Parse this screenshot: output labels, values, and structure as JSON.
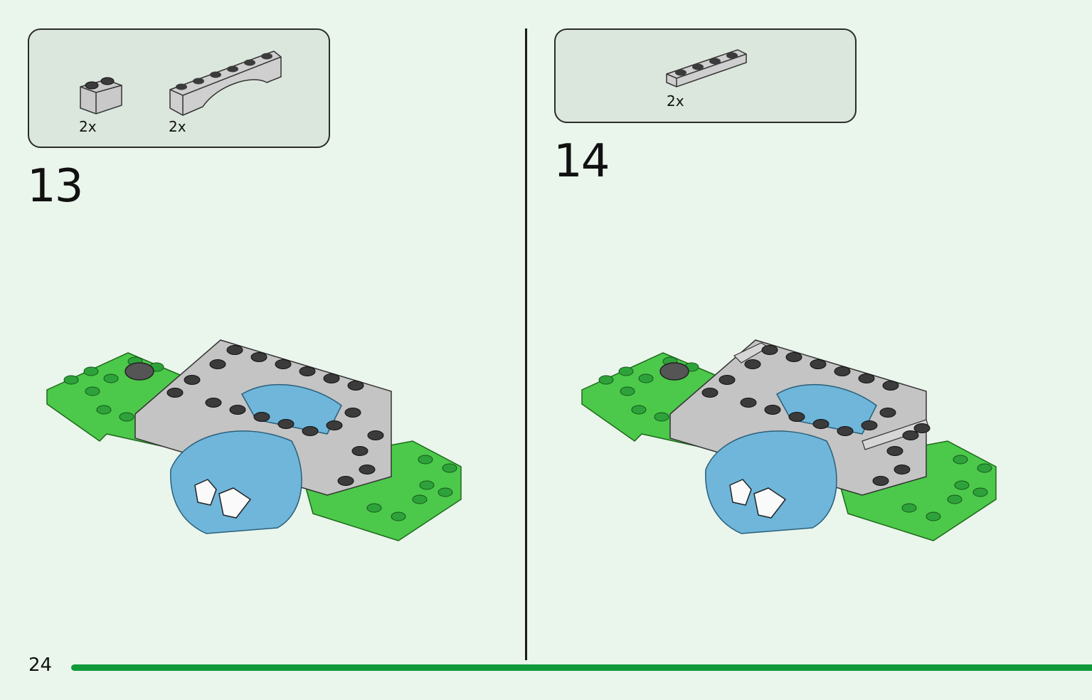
{
  "page": {
    "number": "24"
  },
  "steps": [
    {
      "number": "13",
      "parts": [
        {
          "qty": "2x",
          "icon": "round-brick-1x2-light-gray"
        },
        {
          "qty": "2x",
          "icon": "arch-1x6-light-gray"
        }
      ],
      "model_icon": "green-blue-gray-assembly"
    },
    {
      "number": "14",
      "parts": [
        {
          "qty": "2x",
          "icon": "plate-1x4-light-gray"
        }
      ],
      "model_icon": "green-blue-gray-assembly-with-plates"
    }
  ],
  "colors": {
    "accent_green": "#0e9a3a",
    "brick_green": "#4cc94a",
    "brick_blue": "#6fb6da",
    "brick_gray": "#c4c4c4",
    "background": "#eaf5ec"
  }
}
